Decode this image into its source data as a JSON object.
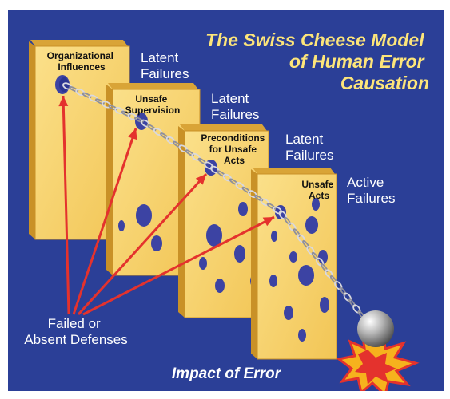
{
  "title": [
    "The Swiss Cheese Model",
    "of Human Error",
    "Causation"
  ],
  "slices": [
    {
      "label": [
        "Organizational",
        "Influences"
      ],
      "failure": [
        "Latent",
        "Failures"
      ]
    },
    {
      "label": [
        "Unsafe",
        "Supervision"
      ],
      "failure": [
        "Latent",
        "Failures"
      ]
    },
    {
      "label": [
        "Preconditions",
        "for Unsafe",
        "Acts"
      ],
      "failure": [
        "Latent",
        "Failures"
      ]
    },
    {
      "label": [
        "Unsafe",
        "Acts"
      ],
      "failure": [
        "Active",
        "Failures"
      ]
    }
  ],
  "defenses_label": [
    "Failed or",
    "Absent Defenses"
  ],
  "impact_label": "Impact of Error",
  "colors": {
    "background": "#2b3f97",
    "cheese_face": "#f7d36b",
    "cheese_edge": "#d9a437",
    "hole": "#3c43a3",
    "arrow": "#e4322d",
    "title": "#fde57a",
    "text": "#ffffff"
  }
}
